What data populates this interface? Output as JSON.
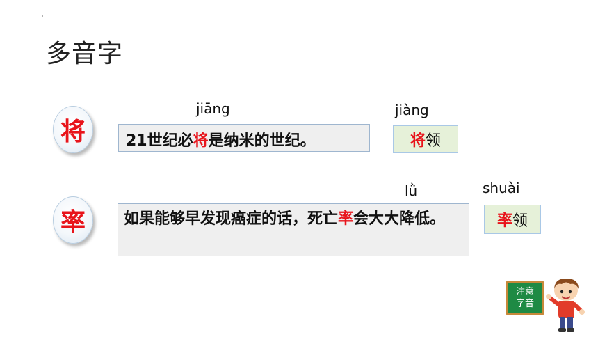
{
  "title": "多音字",
  "pinyin": {
    "jiang1": "jiāng",
    "jiang4": "jiàng",
    "lv4": "lǜ",
    "shuai4": "shuài"
  },
  "rows": [
    {
      "char": "将",
      "sentence": {
        "before": "21世纪必",
        "highlight": "将",
        "after": "是纳米的世纪。"
      },
      "word": {
        "highlight": "将",
        "rest": "领"
      }
    },
    {
      "char": "率",
      "sentence": {
        "before": "如果能够早发现癌症的话，死亡",
        "highlight": "率",
        "after": "会大大降低。"
      },
      "word": {
        "highlight": "率",
        "rest": "领"
      }
    }
  ],
  "board": {
    "line1": "注意",
    "line2": "字音"
  },
  "colors": {
    "highlight": "#e8141b",
    "board": "#1e8a44",
    "word_bg": "#e6f1d9"
  }
}
